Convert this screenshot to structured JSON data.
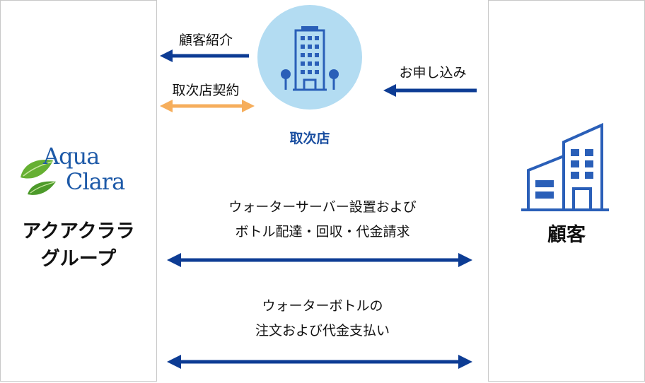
{
  "left": {
    "logo_line1": "Aqua",
    "logo_line2": "Clara",
    "name_line1": "アクアクララ",
    "name_line2": "グループ"
  },
  "agent": {
    "label": "取次店",
    "icon": "office-building-icon"
  },
  "right": {
    "name": "顧客",
    "icon": "buildings-icon"
  },
  "flows": {
    "customer_referral": "顧客紹介",
    "agency_contract": "取次店契約",
    "application": "お申し込み",
    "service_line1": "ウォーターサーバー設置および",
    "service_line2": "ボトル配達・回収・代金請求",
    "order_line1": "ウォーターボトルの",
    "order_line2": "注文および代金支払い"
  },
  "colors": {
    "arrow_blue": "#0d3c94",
    "contract_orange": "#f6ae5c",
    "agent_circle": "#b3dcf2",
    "agent_text": "#1a4ea0",
    "icon_blue": "#2a5fb8",
    "panel_border": "#c8c8c8"
  }
}
